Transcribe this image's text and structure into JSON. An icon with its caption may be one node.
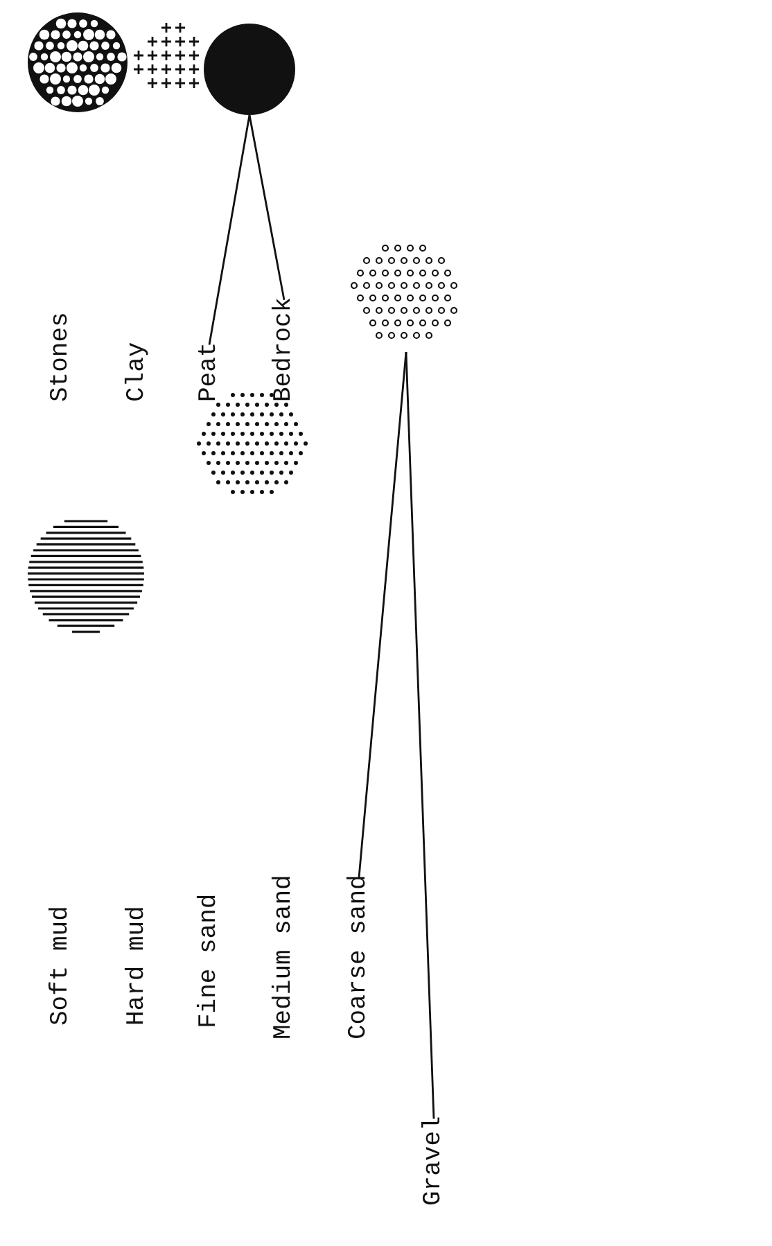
{
  "diagram": {
    "nodes": [
      {
        "text": [],
        "shape": "circle"
      },
      {
        "text": [],
        "shape": "circle"
      },
      {
        "text": [],
        "shape": "circle"
      },
      {
        "text": [],
        "shape": "circle"
      },
      {
        "text": [],
        "shape": "circle"
      },
      {
        "text": [],
        "shape": "circle"
      },
      {
        "text": [
          "Peat"
        ]
      },
      {
        "text": [
          "Bedrock"
        ]
      },
      {
        "text": [
          "Coarse sand"
        ]
      },
      {
        "text": [
          "Gravel"
        ]
      }
    ],
    "edges": [
      {
        "from": 6,
        "to": 2,
        "arrow": "none"
      },
      {
        "from": 7,
        "to": 2,
        "arrow": "none"
      },
      {
        "from": 8,
        "to": 5,
        "arrow": "none"
      },
      {
        "from": 9,
        "to": 5,
        "arrow": "none"
      }
    ],
    "labels": [
      "Stones",
      "Clay",
      "Soft mud",
      "Hard mud",
      "Fine sand",
      "Medium sand"
    ]
  }
}
